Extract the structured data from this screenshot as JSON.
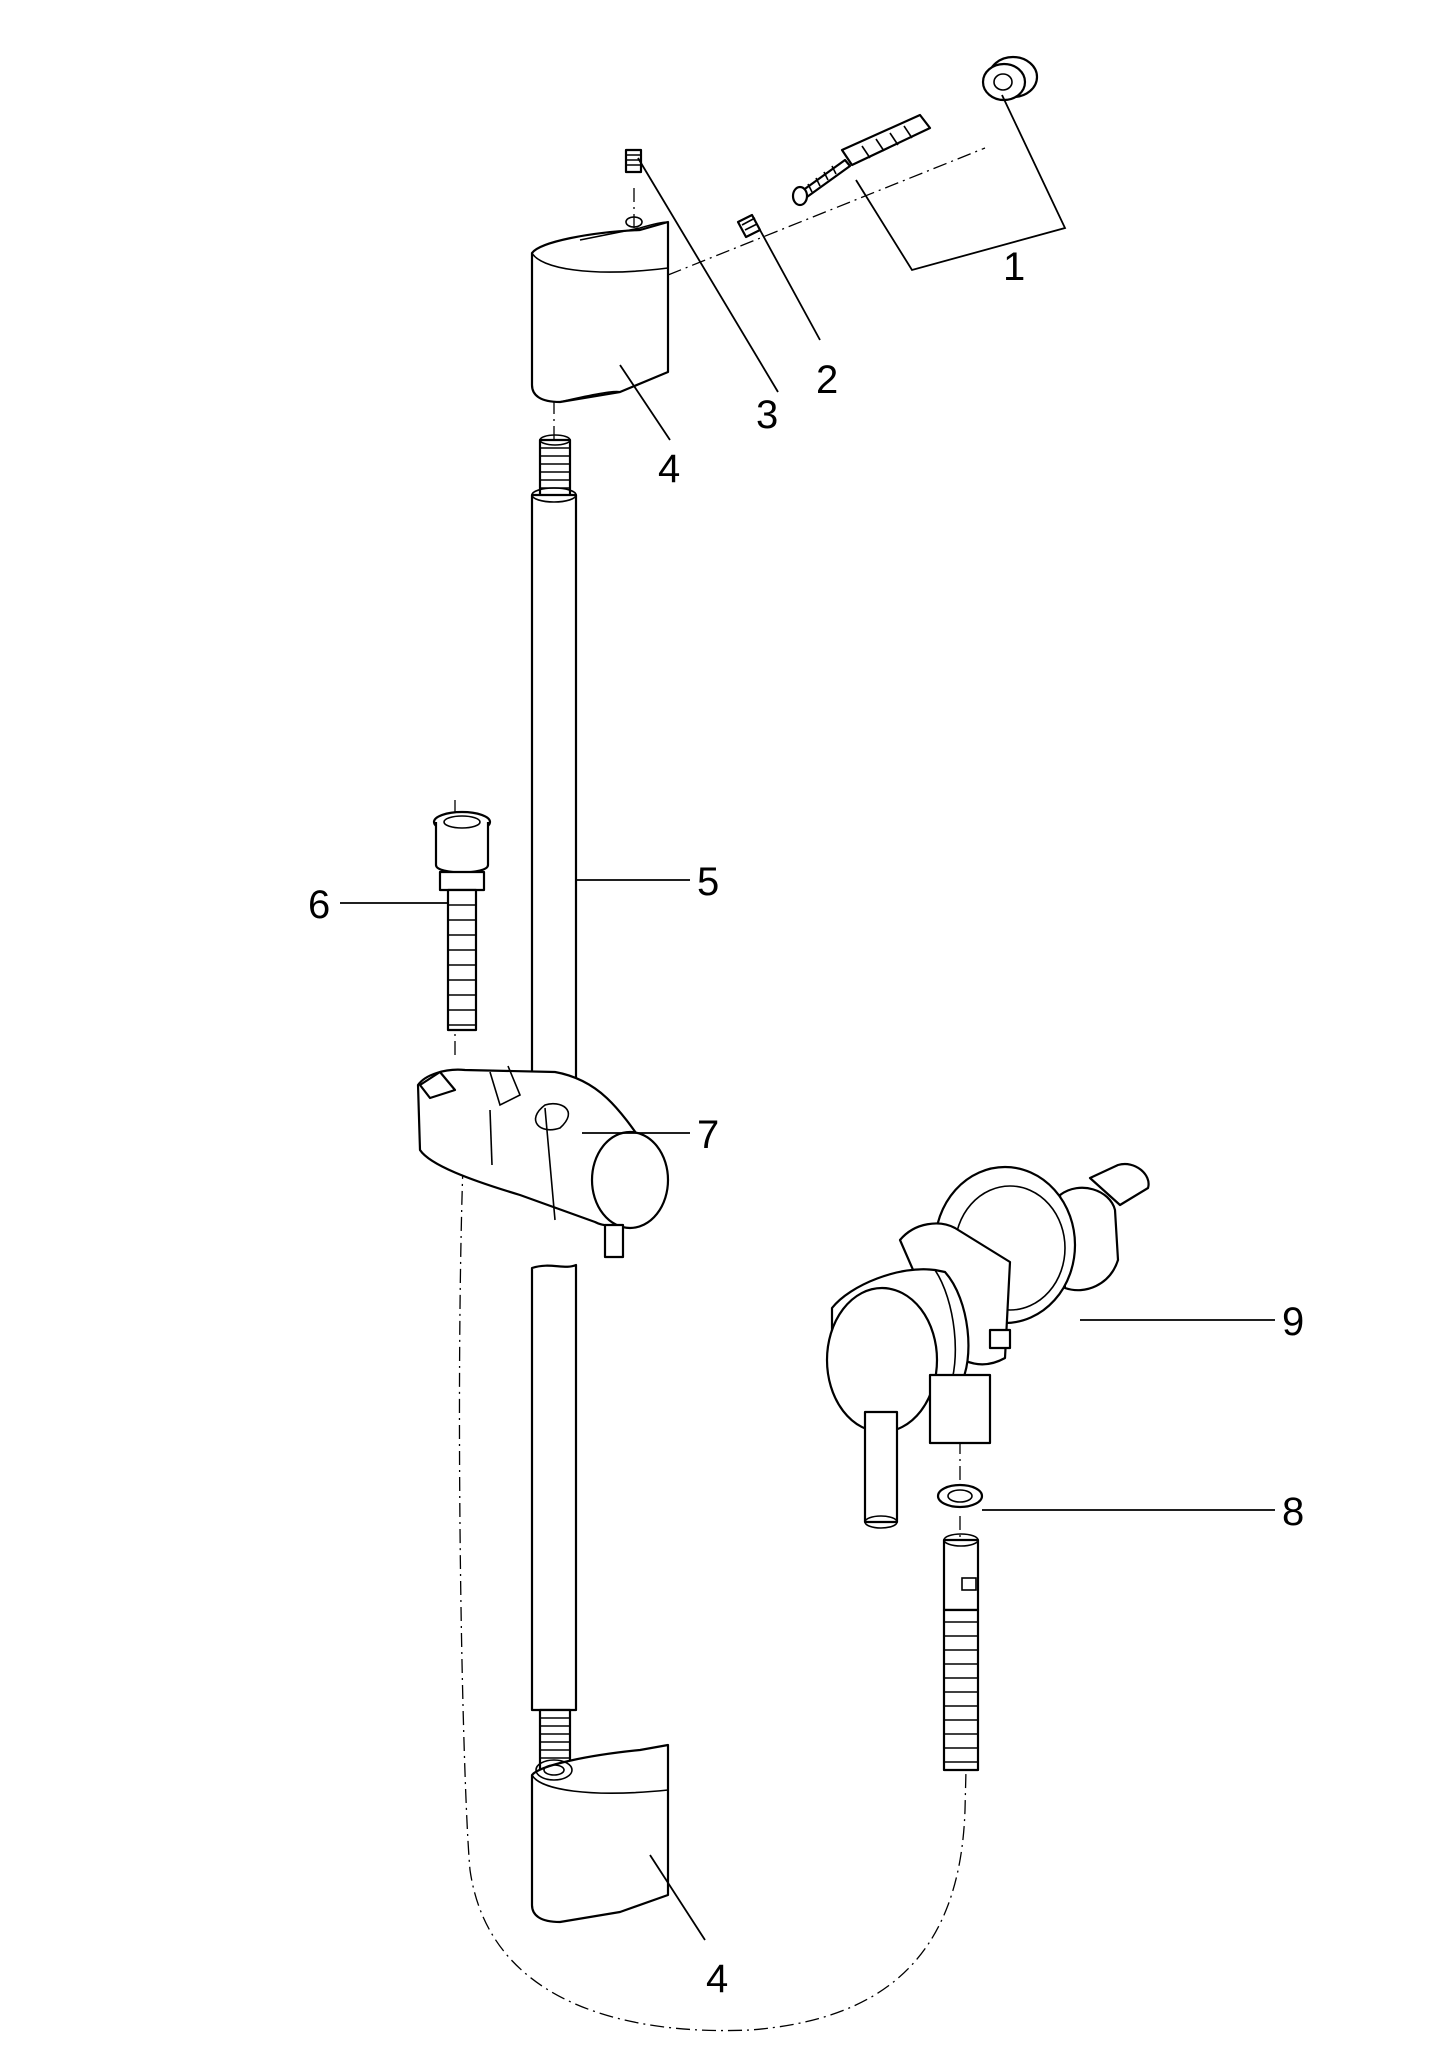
{
  "diagram": {
    "callouts": [
      {
        "id": "c1",
        "label": "1"
      },
      {
        "id": "c2",
        "label": "2"
      },
      {
        "id": "c3",
        "label": "3"
      },
      {
        "id": "c4a",
        "label": "4"
      },
      {
        "id": "c4b",
        "label": "4"
      },
      {
        "id": "c5",
        "label": "5"
      },
      {
        "id": "c6",
        "label": "6"
      },
      {
        "id": "c7",
        "label": "7"
      },
      {
        "id": "c8",
        "label": "8"
      },
      {
        "id": "c9",
        "label": "9"
      }
    ]
  }
}
